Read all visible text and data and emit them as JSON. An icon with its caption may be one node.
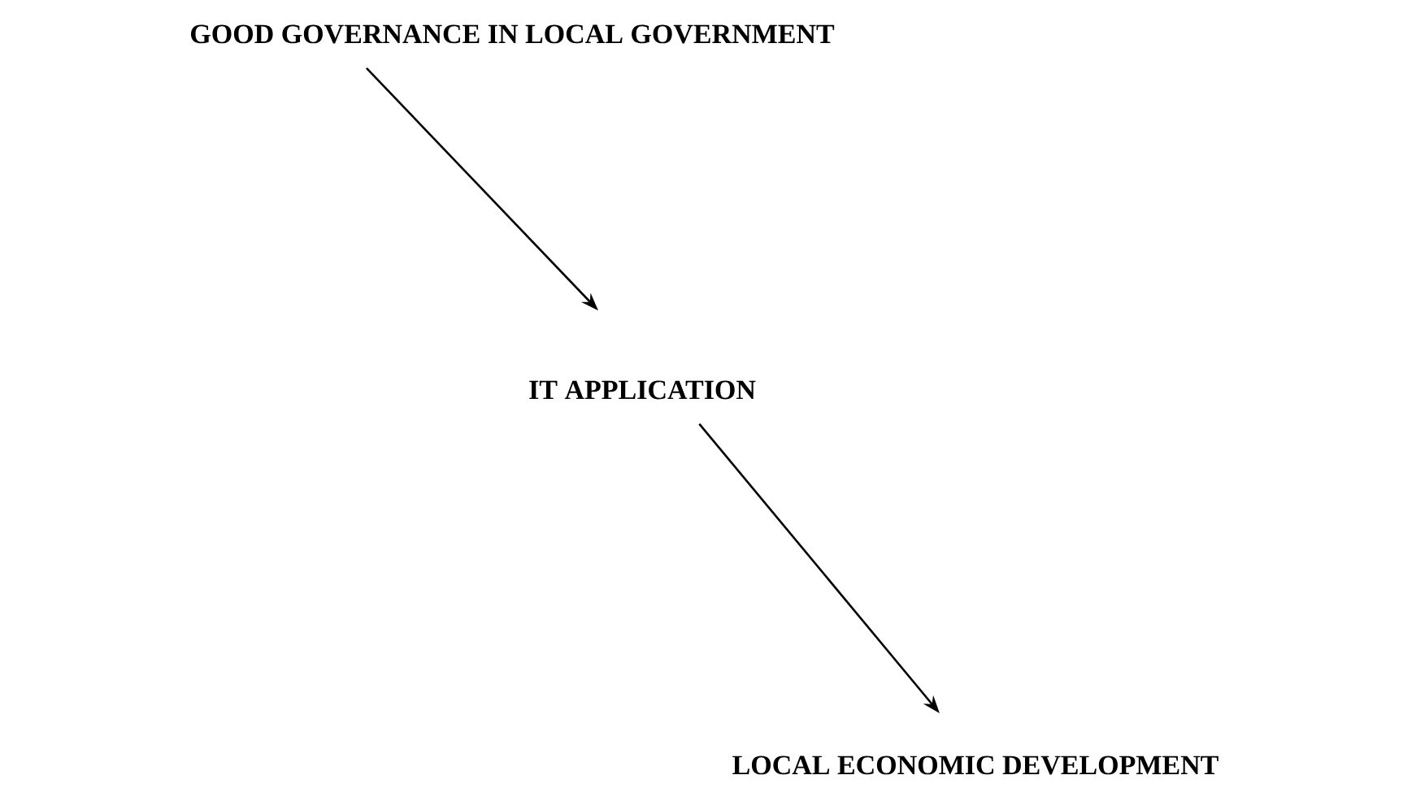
{
  "diagram": {
    "nodes": [
      {
        "text": [
          "GOOD GOVERNANCE IN LOCAL GOVERNMENT"
        ]
      },
      {
        "text": [
          "IT APPLICATION"
        ]
      },
      {
        "text": [
          "LOCAL ECONOMIC DEVELOPMENT"
        ]
      }
    ],
    "edges": [
      {
        "from": 0,
        "to": 1,
        "arrow": "to"
      },
      {
        "from": 1,
        "to": 2,
        "arrow": "to"
      }
    ]
  }
}
